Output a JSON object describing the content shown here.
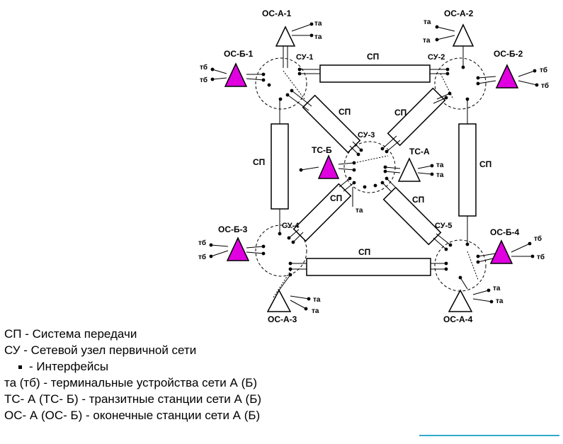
{
  "stations": {
    "os_a_1": "ОС-А-1",
    "os_a_2": "ОС-А-2",
    "os_a_3": "ОС-А-3",
    "os_a_4": "ОС-А-4",
    "os_b_1": "ОС-Б-1",
    "os_b_2": "ОС-Б-2",
    "os_b_3": "ОС-Б-3",
    "os_b_4": "ОС-Б-4",
    "ts_a": "ТС-А",
    "ts_b": "ТС-Б"
  },
  "nodes": {
    "su1": "СУ-1",
    "su2": "СУ-2",
    "su3": "СУ-3",
    "su4": "СУ-4",
    "su5": "СУ-5"
  },
  "sp_label": "СП",
  "terminal_a": "та",
  "terminal_b": "тб",
  "colors": {
    "network_b_fill": "#e000e0",
    "network_a_fill": "#ffffff",
    "line": "#000000",
    "accent_line": "#33aacc"
  },
  "legend": {
    "sp": "СП - Система передачи",
    "su": "СУ - Сетевой узел первичной сети",
    "interfaces": "- Интерфейсы",
    "terminals": "та (тб) - терминальные устройства сети А (Б)",
    "transit": "ТС- А (ТС- Б) - транзитные станции сети А (Б)",
    "terminal_stations": "ОС- А (ОС- Б) - оконечные станции сети А (Б)"
  }
}
